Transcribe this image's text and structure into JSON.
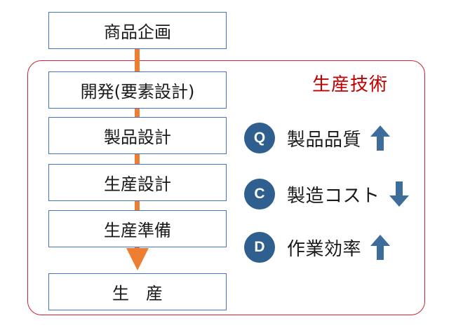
{
  "diagram": {
    "frame_title": "生産技術",
    "steps": [
      "商品企画",
      "開発(要素設計)",
      "製品設計",
      "生産設計",
      "生産準備",
      "生　産"
    ],
    "qcd": [
      {
        "badge": "Q",
        "label": "製品品質",
        "direction": "up"
      },
      {
        "badge": "C",
        "label": "製造コスト",
        "direction": "down"
      },
      {
        "badge": "D",
        "label": "作業効率",
        "direction": "up"
      }
    ],
    "colors": {
      "frame": "#c8262c",
      "title": "#c00000",
      "connector": "#ed7d31",
      "box_border": "#4472c4",
      "badge": "#2e5f8f",
      "indicator_arrow": "#3d6d9b"
    },
    "icons": {
      "up": "arrow-up-icon",
      "down": "arrow-down-icon"
    }
  }
}
